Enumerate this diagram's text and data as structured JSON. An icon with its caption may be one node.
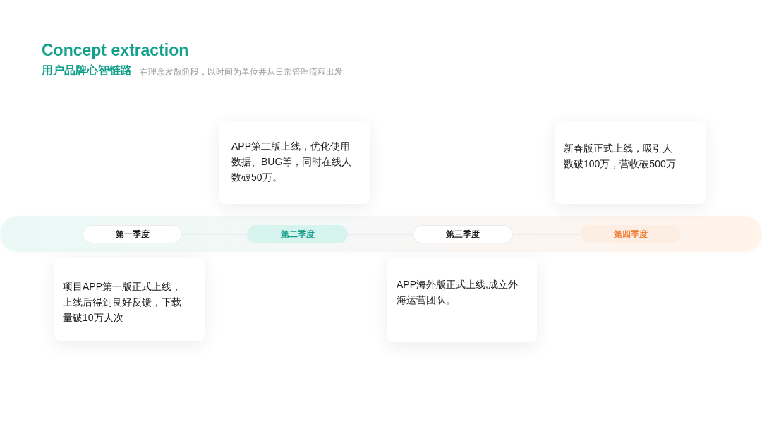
{
  "diagram": {
    "title": "Concept extraction",
    "nodes": [
      {
        "text": [
          "APP第二版上线，优化使用数据、BUG等，同时在线人数破50万。"
        ]
      },
      {
        "text": [
          "新春版正式上线，吸引人数破100万，营收破500万"
        ]
      },
      {
        "text": [],
        "shape": "bar"
      },
      {
        "text": [
          "第一季度"
        ],
        "in": 2
      },
      {
        "text": [
          "第二季度"
        ],
        "in": 2
      },
      {
        "text": [
          "第三季度"
        ],
        "in": 2
      },
      {
        "text": [
          "第四季度"
        ],
        "in": 2
      },
      {
        "text": [
          "项目APP第一版正式上线，上线后得到良好反馈，下载量破10万人次"
        ]
      },
      {
        "text": [
          "APP海外版正式上线,成立外海运营团队。"
        ]
      }
    ],
    "edges": [
      {
        "from": 3,
        "to": 4,
        "arrow": "none"
      },
      {
        "from": 4,
        "to": 5,
        "arrow": "none"
      },
      {
        "from": 5,
        "to": 6,
        "arrow": "none"
      }
    ],
    "labels": [
      "用户品牌心智链路",
      "在理念发散阶段，以时间为单位并从日常管理流程出发"
    ]
  }
}
